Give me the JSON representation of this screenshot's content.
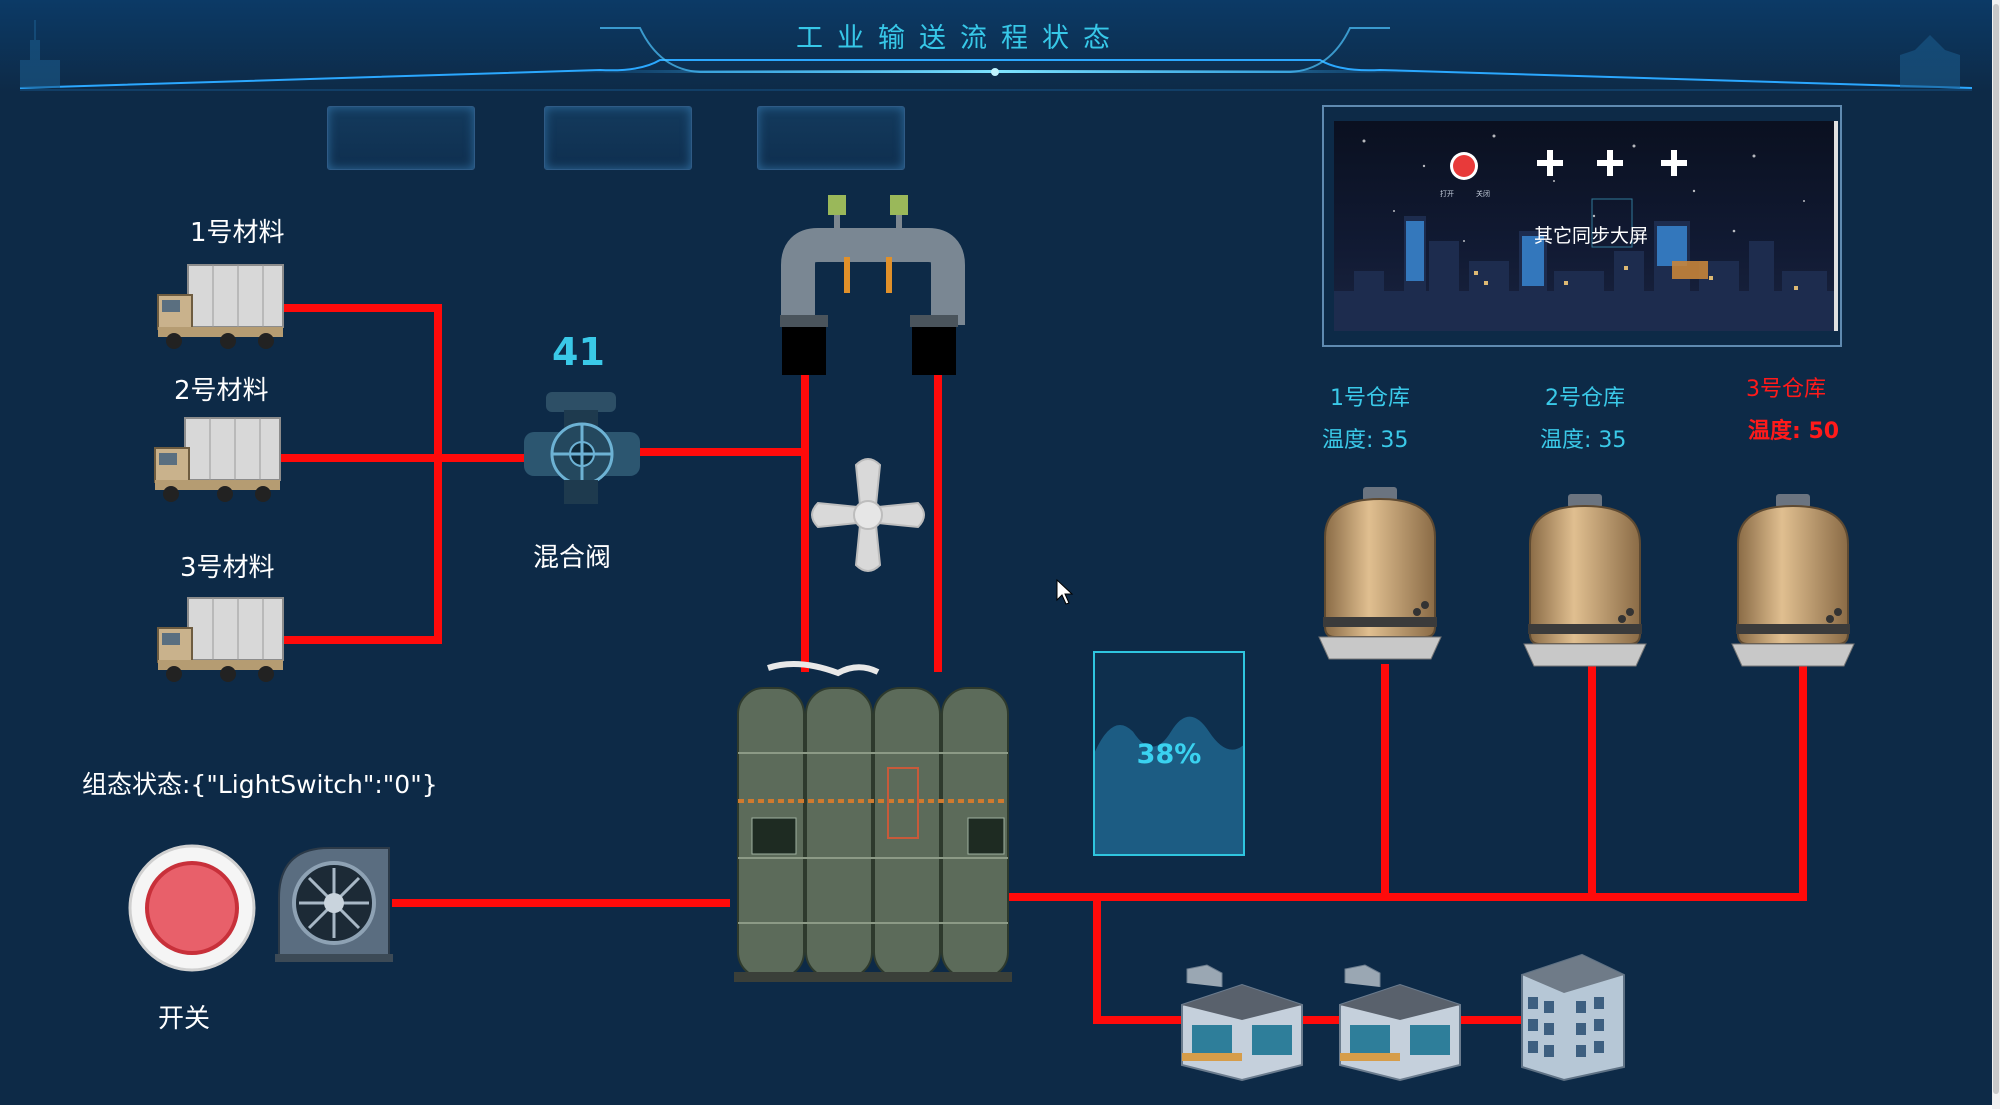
{
  "header": {
    "title": "工业输送流程状态"
  },
  "materials": [
    {
      "label": "1号材料"
    },
    {
      "label": "2号材料"
    },
    {
      "label": "3号材料"
    }
  ],
  "valve": {
    "value": "41",
    "label": "混合阀"
  },
  "status_text": "组态状态:{\"LightSwitch\":\"0\"}",
  "switch": {
    "label": "开关"
  },
  "city_panel": {
    "caption": "其它同步大屏",
    "btn_open_label": "打开",
    "btn_close_label": "关闭"
  },
  "warehouses": [
    {
      "name": "1号仓库",
      "temp_label": "温度:",
      "temp_value": "35",
      "alert": false
    },
    {
      "name": "2号仓库",
      "temp_label": "温度:",
      "temp_value": "35",
      "alert": false
    },
    {
      "name": "3号仓库",
      "temp_label": "温度:",
      "temp_value": "50",
      "alert": true
    }
  ],
  "tank_level": {
    "text": "38%",
    "fraction": 0.38
  },
  "colors": {
    "pipe": "#ff0a0a",
    "accent": "#37c8e8",
    "alert": "#ff1a1a",
    "background": "#0d2a47"
  },
  "icons": [
    "truck-icon",
    "mixing-valve-icon",
    "pipe-manifold-icon",
    "fan-icon",
    "gas-tanks-icon",
    "storage-tank-icon",
    "power-switch-icon",
    "blower-icon",
    "factory-building-icon",
    "office-building-icon"
  ]
}
